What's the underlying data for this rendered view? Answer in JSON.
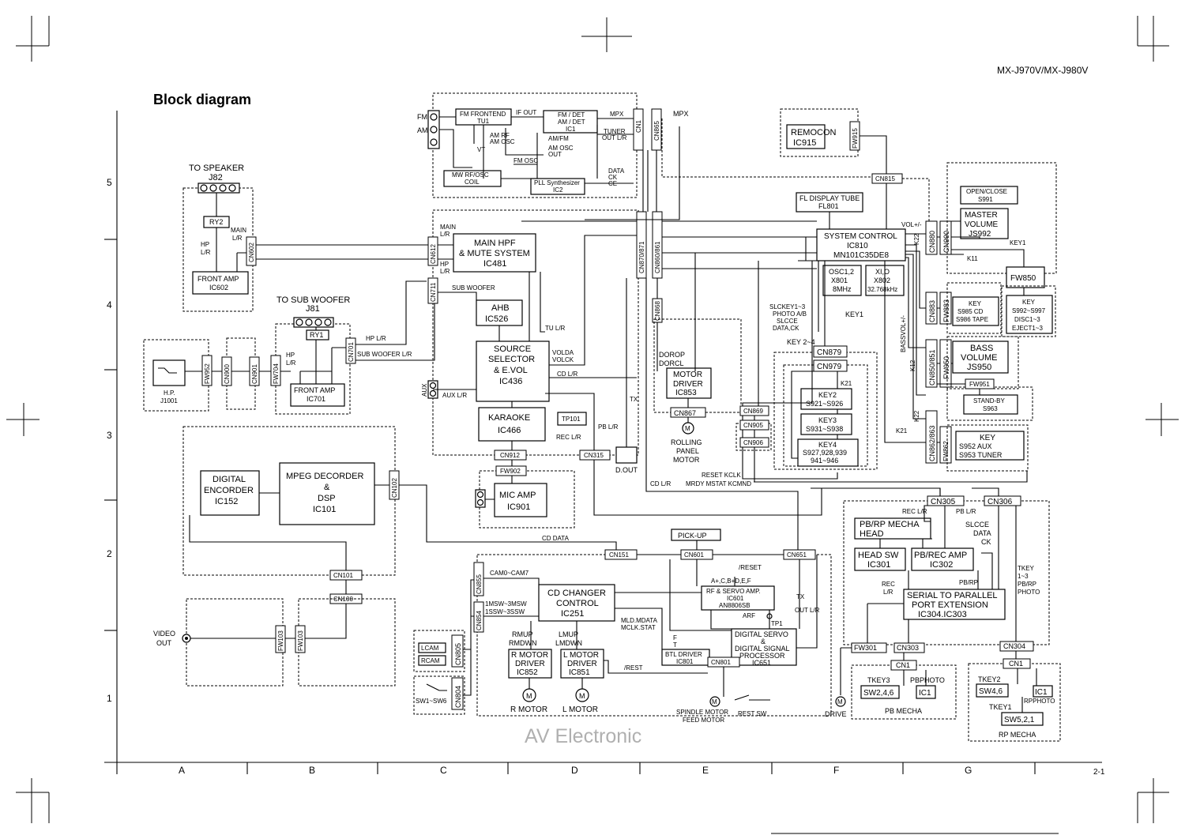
{
  "header": {
    "model": "MX-J970V/MX-J980V",
    "title": "Block diagram",
    "page": "2-1",
    "watermark": "AV Electronic"
  },
  "grid": {
    "cols": [
      "A",
      "B",
      "C",
      "D",
      "E",
      "F",
      "G"
    ],
    "rows": [
      "5",
      "4",
      "3",
      "2",
      "1"
    ]
  },
  "tuner": {
    "fm": "FM",
    "am": "AM",
    "frontend": [
      "FM FRONTEND",
      "TU1"
    ],
    "det": [
      "FM / DET",
      "AM / DET",
      "IC1"
    ],
    "ifout": "IF OUT",
    "mpx": "MPX",
    "tunerout": [
      "TUNER",
      "OUT L/R"
    ],
    "mw": [
      "MW RF/OSC",
      "COIL"
    ],
    "pll": [
      "PLL Synthesizer",
      "IC2"
    ],
    "vt": "VT",
    "amrf": [
      "AM RF",
      "AM OSC"
    ],
    "amfm": "AM/FM",
    "amosc": [
      "AM OSC",
      "OUT"
    ],
    "fmosc": "FM OSC",
    "data": [
      "DATA",
      "CK",
      "CE"
    ],
    "cn1": "CN1",
    "cn865": "CN865"
  },
  "speaker": {
    "title": [
      "TO SPEAKER",
      "J82"
    ],
    "ry2": "RY2",
    "main": [
      "MAIN",
      "L/R"
    ],
    "hp": [
      "HP",
      "L/R"
    ],
    "cn602": "CN602",
    "amp": [
      "FRONT AMP",
      "IC602"
    ]
  },
  "sub": {
    "title": [
      "TO SUB WOOFER",
      "J81"
    ],
    "ry1": "RY1",
    "hp": [
      "HP",
      "L/R"
    ],
    "cn701": "CN701",
    "amp": [
      "FRONT AMP",
      "IC701"
    ],
    "hplr": "HP L/R",
    "sublr": "SUB WOOFER L/R"
  },
  "hp": {
    "label": [
      "H.P.",
      "J1001"
    ],
    "fw952": "FW952",
    "cn900": "CN900",
    "cn901": "CN901",
    "fw704": "FW704"
  },
  "main": {
    "hpf": [
      "MAIN HPF",
      "& MUTE SYSTEM",
      "IC481"
    ],
    "mainlr": [
      "MAIN",
      "L/R"
    ],
    "hplr": [
      "HP",
      "L/R"
    ],
    "cn612": "CN612",
    "cn711": "CN711",
    "subwoofer": "SUB WOOFER",
    "ahb": [
      "AHB",
      "IC526"
    ],
    "src": [
      "SOURCE",
      "SELECTOR",
      "& E.VOL",
      "IC436"
    ],
    "aux": "AUX",
    "auxlr": "AUX L/R",
    "tulr": "TU L/R",
    "volda": [
      "VOLDA",
      "VOLCK"
    ],
    "cdlr": "CD L/R",
    "karaoke": [
      "KARAOKE",
      "IC466"
    ],
    "tp101": "TP101",
    "reclr": "REC L/R",
    "pblr": "PB L/R",
    "tx": "TX",
    "cn912": "CN912",
    "cn315": "CN315",
    "dout": "D.OUT",
    "fw902": "FW902",
    "mic": [
      "MIC AMP",
      "IC901"
    ],
    "cn870": "CN870/871",
    "cn860": "CN860/861",
    "cn868": "CN868",
    "mpx": "MPX"
  },
  "system": {
    "remocon": [
      "REMOCON",
      "IC915"
    ],
    "fw915": "FW915",
    "cn815": "CN815",
    "fl": [
      "FL DISPLAY TUBE",
      "FL801"
    ],
    "sc": [
      "SYSTEM CONTROL",
      "IC810",
      "MN101C35DE8"
    ],
    "osc1": [
      "OSC1,2",
      "X801",
      "8MHz"
    ],
    "osc2": [
      "XI,O",
      "X802",
      "32.768kHz"
    ],
    "volpm": "VOL+/-",
    "k22": "K22",
    "cn880": "CN880",
    "cn990": "CN990",
    "oc": [
      "OPEN/CLOSE",
      "S991"
    ],
    "mv": [
      "MASTER",
      "VOLUME",
      "JS992"
    ],
    "key1": "KEY1",
    "k11": "K11",
    "fw850": "FW850",
    "key1b": [
      "KEY",
      "S992~S997",
      "DISC1~3",
      "EJECT1~3"
    ],
    "cn883": "CN883",
    "fw883": "FW883",
    "keycd": [
      "KEY",
      "S985  CD",
      "S986 TAPE"
    ],
    "slckey": [
      "SLCKEY1~3",
      "PHOTO A/B",
      "SLCCE",
      "DATA,CK"
    ],
    "key1c": "KEY1",
    "basspm": "BASSVOL+/-",
    "cn850": "CN850/851",
    "fw950": "FW950",
    "bv": [
      "BASS",
      "VOLUME",
      "JS950"
    ],
    "k12": "K12",
    "fw951": "FW951",
    "standby": [
      "STAND-BY",
      "S963"
    ],
    "key24": "KEY 2~4",
    "cn879": "CN879",
    "cn979": "CN979",
    "k21": "K21",
    "key2": [
      "KEY2",
      "S921~S926"
    ],
    "key3": [
      "KEY3",
      "S931~S938"
    ],
    "key4": [
      "KEY4",
      "S927,928,939",
      "941~946"
    ],
    "k21b": "K21",
    "k22b": "K22",
    "cn862": "CN862/863",
    "fw862": "FW862",
    "keyaux": [
      "KEY",
      "S952  AUX",
      "S953  TUNER"
    ]
  },
  "motor": {
    "dorop": [
      "DOROP",
      "DORCL"
    ],
    "driver": [
      "MOTOR",
      "DRIVER",
      "IC853"
    ],
    "cn867": "CN867",
    "rolling": [
      "ROLLING",
      "PANEL",
      "MOTOR"
    ],
    "cn869": "CN869",
    "cn905": "CN905",
    "cn906": "CN906",
    "cdlr": "CD L/R",
    "reset": "RESET  KCLK",
    "mrdy": "MRDY   MSTAT   KCMND"
  },
  "mpeg": {
    "enc": [
      "DIGITAL",
      "ENCORDER",
      "IC152"
    ],
    "dec": [
      "MPEG DECORDER",
      "&",
      "DSP",
      "IC101"
    ],
    "cn102": "CN102",
    "cn101": "CN101",
    "cn100": "CN100",
    "video": [
      "VIDEO",
      "OUT"
    ],
    "fw103a": "FW103",
    "fw103b": "FW103",
    "cddata": "CD DATA"
  },
  "cd": {
    "cn151": "CN151",
    "cn601": "CN601",
    "cn651": "CN651",
    "pickup": "PICK-UP",
    "cn855": "CN855",
    "cam": "CAM0~CAM7",
    "cn854": "CN854",
    "msw": [
      "1MSW~3MSW",
      "1SSW~3SSW"
    ],
    "changer": [
      "CD CHANGER",
      "CONTROL",
      "IC251"
    ],
    "reset": "/RESET",
    "abc": "A+,C,B+D,E,F",
    "rf": [
      "RF & SERVO AMP.",
      "IC601",
      "AN8806SB"
    ],
    "arf": "ARF",
    "tp1": "TP1",
    "mld": [
      "MLD.MDATA",
      "MCLK.STAT"
    ],
    "ds": [
      "DIGITAL SERVO",
      "&",
      "DIGITAL SIGNAL",
      "PROCESSOR",
      "IC651"
    ],
    "btl": [
      "BTL DRIVER",
      "IC801"
    ],
    "ft": [
      "F",
      "T"
    ],
    "rmup": [
      "RMUP",
      "RMDWN"
    ],
    "lmup": [
      "LMUP",
      "LMDWN"
    ],
    "rdrv": [
      "R MOTOR",
      "DRIVER",
      "IC852"
    ],
    "ldrv": [
      "L MOTOR",
      "DRIVER",
      "IC851"
    ],
    "rest": "/REST",
    "rmotor": "R MOTOR",
    "lmotor": "L MOTOR",
    "cn801": "CN801",
    "spindle": [
      "SPINDLE MOTOR",
      "FEED MOTOR"
    ],
    "restsw": "REST SW",
    "lcam": "LCAM",
    "rcam": "RCAM",
    "cn805": "CN805",
    "cn804": "CN804",
    "sw": "SW1~SW6",
    "tx": "TX",
    "outlr": "OUT L/R"
  },
  "deck": {
    "cn305": "CN305",
    "cn306": "CN306",
    "reclr": "REC L/R",
    "pblr": "PB L/R",
    "head": [
      "PB/RP MECHA",
      "HEAD"
    ],
    "slcce": [
      "SLCCE",
      "DATA",
      "CK"
    ],
    "headsw": [
      "HEAD SW",
      "IC301"
    ],
    "amp": [
      "PB/REC AMP",
      "IC302"
    ],
    "rec": [
      "REC",
      "L/R"
    ],
    "pbrp": "PB/RP",
    "tkey": [
      "TKEY",
      "1~3",
      "PB/RP",
      "PHOTO"
    ],
    "serial": [
      "SERIAL TO PARALLEL",
      "PORT EXTENSION",
      "IC304.IC303"
    ],
    "fw301": "FW301",
    "cn303": "CN303",
    "cn304": "CN304",
    "cn1a": "CN1",
    "cn1b": "CN1",
    "drive": "DRIVE",
    "tkey3": "TKEY3",
    "pbphoto": "PBPHOTO",
    "sw246": "SW2,4,6",
    "ic1a": "IC1",
    "pbmecha": "PB MECHA",
    "tkey2": "TKEY2",
    "sw46": "SW4,6",
    "ic1b": "IC1",
    "rpphoto": "RPPHOTO",
    "tkey1": "TKEY1",
    "sw521": "SW5,2,1",
    "rpmecha": "RP MECHA"
  }
}
